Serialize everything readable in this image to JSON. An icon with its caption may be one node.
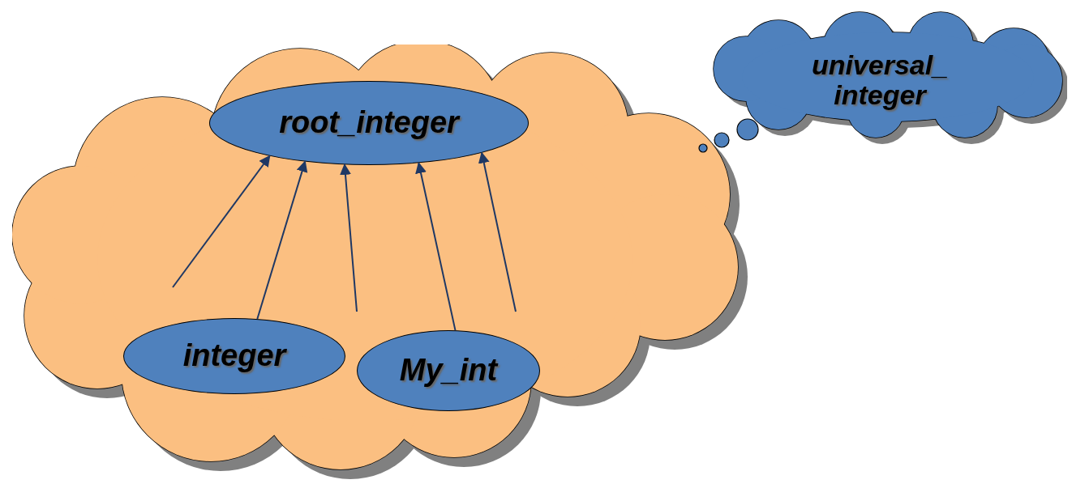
{
  "diagram": {
    "nodes": [
      {
        "text": [],
        "shape": "cloud"
      },
      {
        "text": [
          "root_integer"
        ],
        "in": 0
      },
      {
        "text": [
          "integer"
        ],
        "in": 0
      },
      {
        "text": [
          "My_int"
        ],
        "in": 0
      },
      {
        "text": [
          "universal_ integer"
        ]
      }
    ],
    "edges": [
      {
        "from": null,
        "to": 1,
        "arrow": "to"
      },
      {
        "from": 2,
        "to": 1,
        "arrow": "to"
      },
      {
        "from": null,
        "to": 1,
        "arrow": "to"
      },
      {
        "from": 3,
        "to": 1,
        "arrow": "to"
      },
      {
        "from": null,
        "to": 1,
        "arrow": "to"
      }
    ]
  }
}
